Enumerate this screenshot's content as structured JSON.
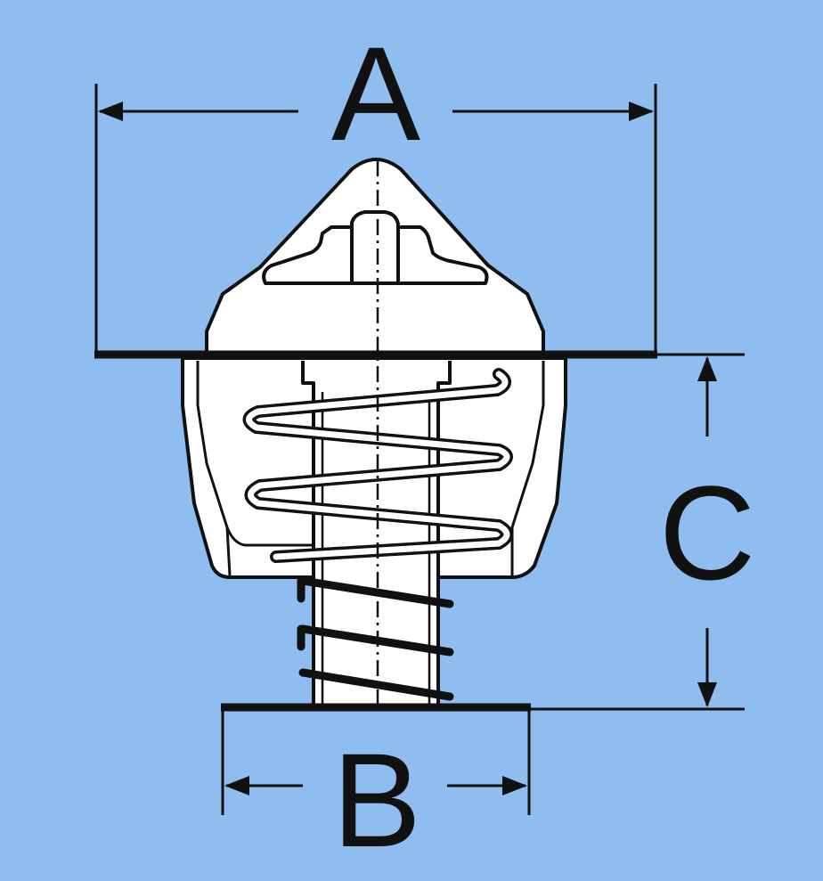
{
  "dimensions": {
    "a_label": "A",
    "b_label": "B",
    "c_label": "C"
  },
  "colors": {
    "background": "#8fbdf0",
    "line": "#111111",
    "body_fill": "#ffffff"
  }
}
